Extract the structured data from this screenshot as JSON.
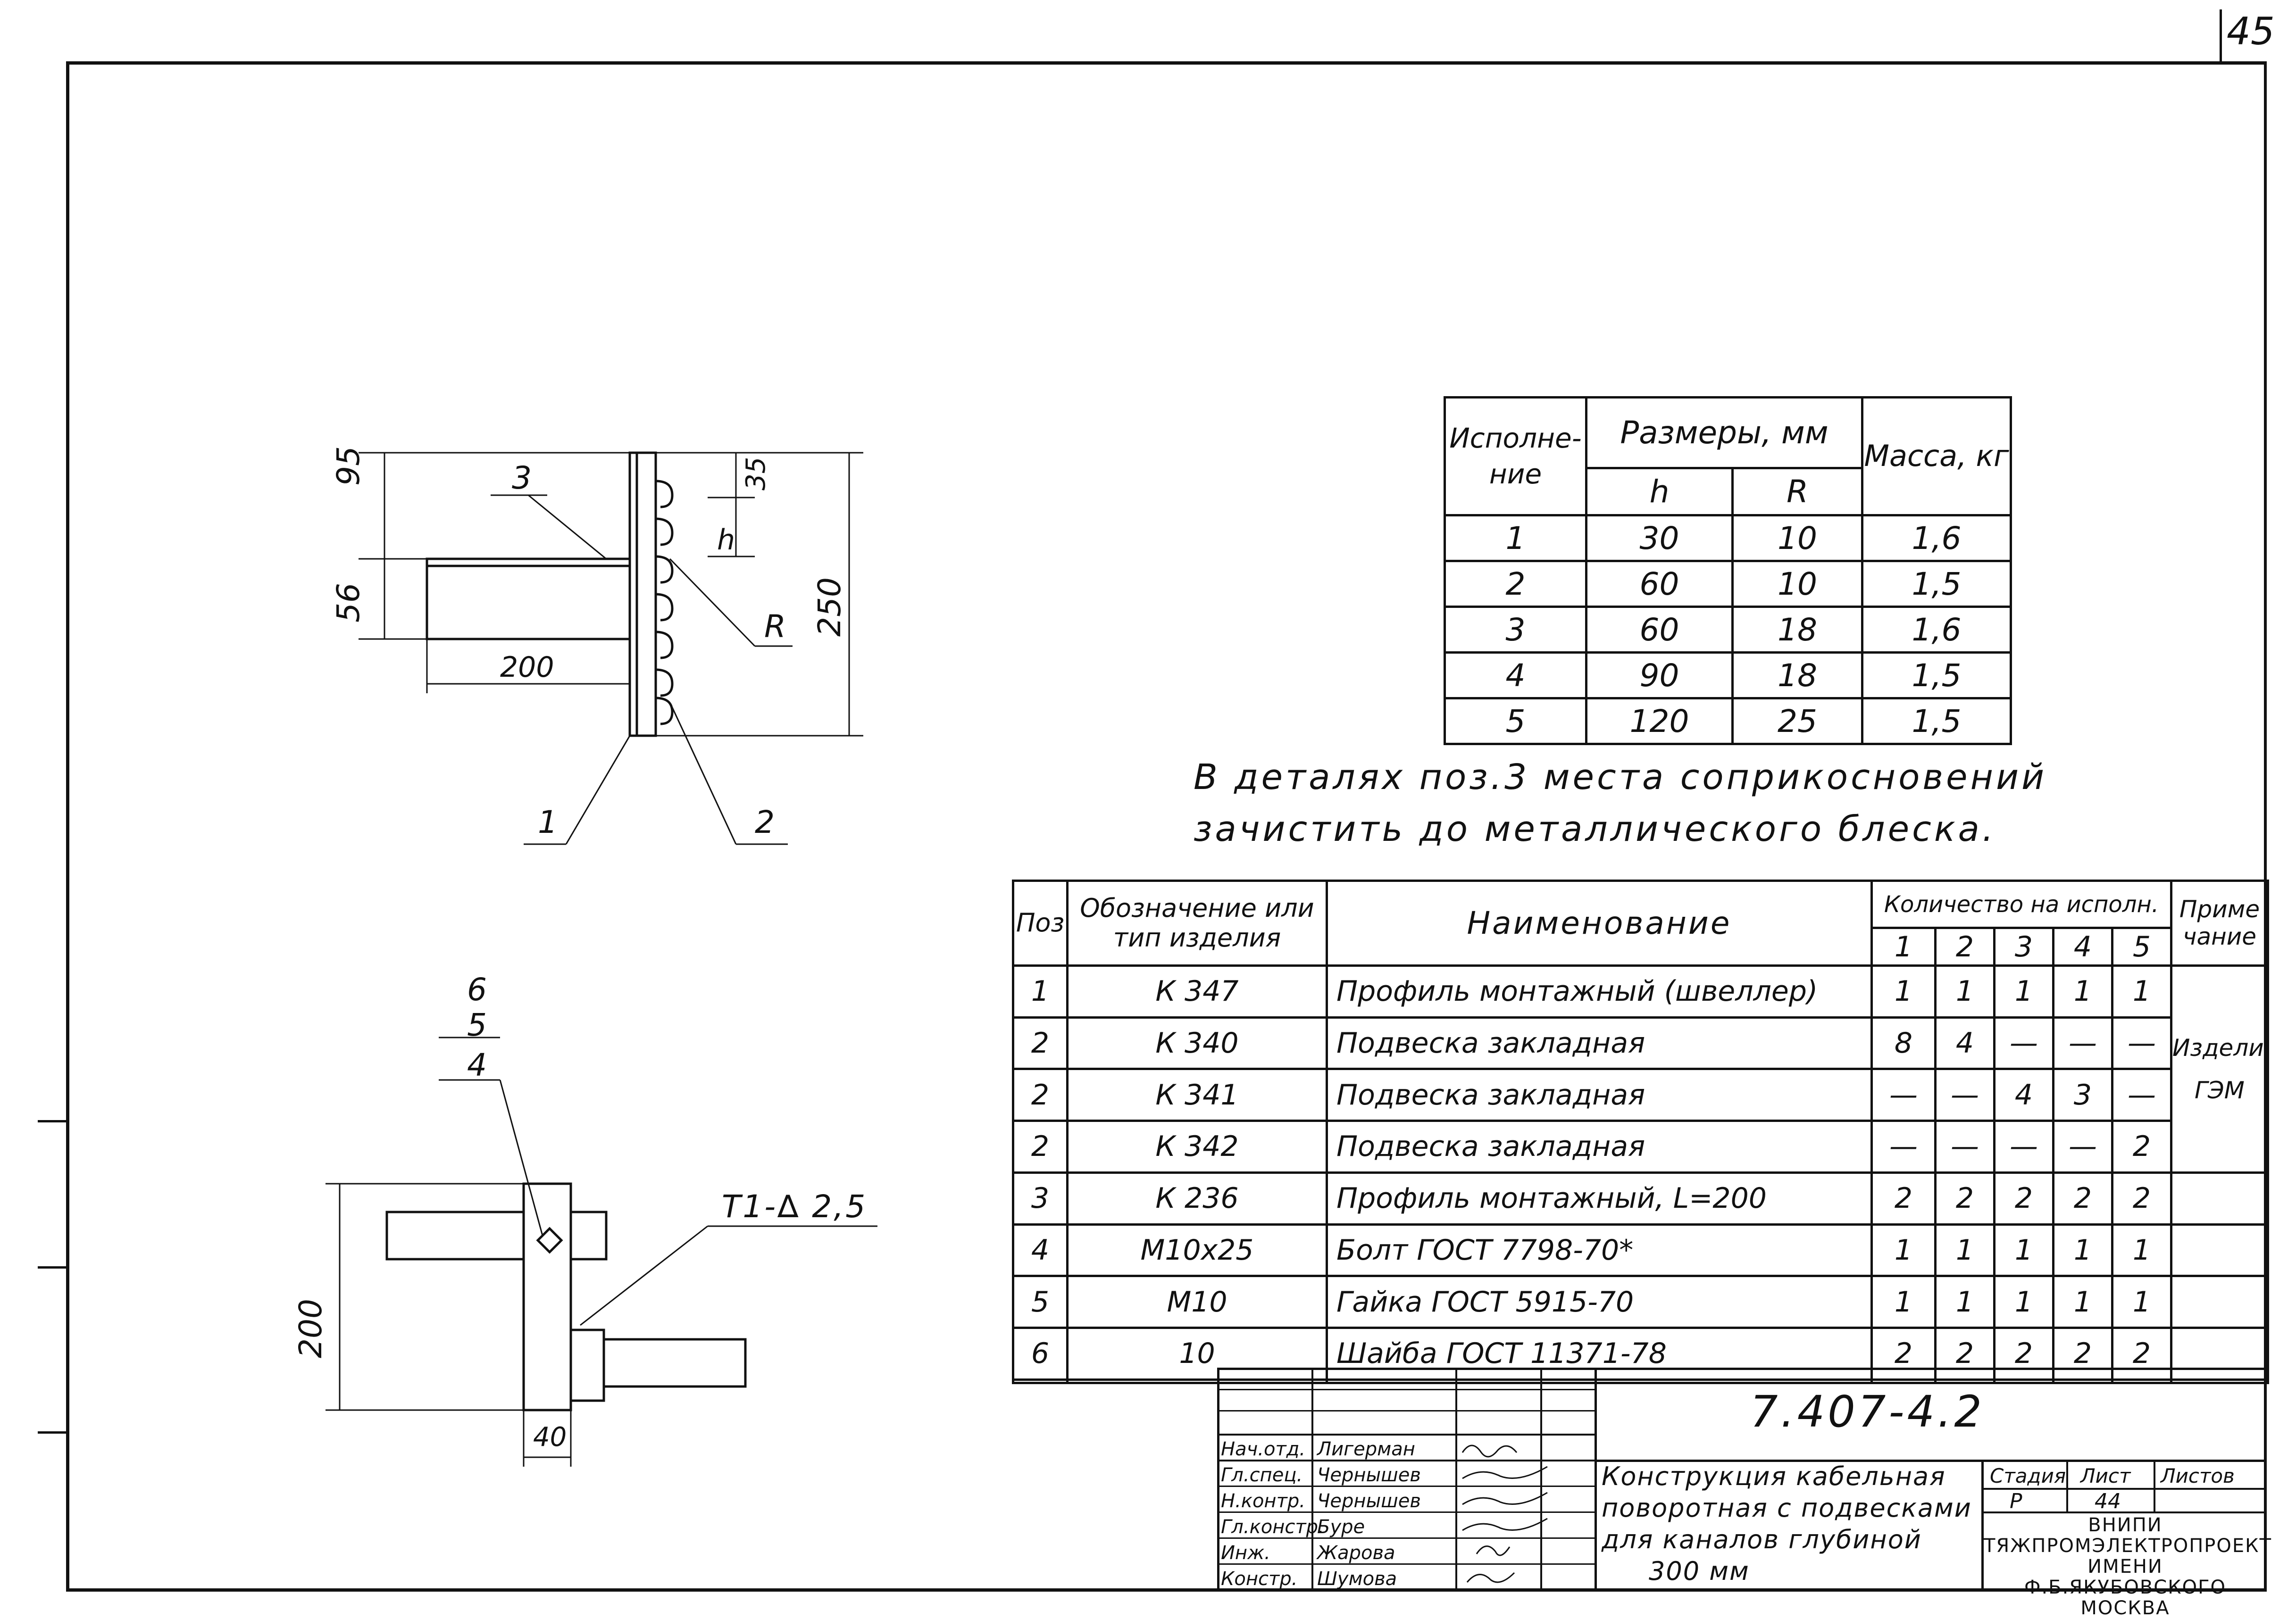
{
  "sheet_number": "45",
  "drawing1_labels": {
    "dim_95": "95",
    "dim_56": "56",
    "dim_200": "200",
    "dim_35": "35",
    "dim_h": "h",
    "dim_250": "250",
    "dim_R": "R",
    "pos_3": "3",
    "pos_1": "1",
    "pos_2": "2"
  },
  "drawing2_labels": {
    "pos_6": "6",
    "pos_5": "5",
    "pos_4": "4",
    "weld": "T1-∆ 2,5",
    "dim_200": "200",
    "dim_40": "40"
  },
  "dim_table": {
    "h_variant": "Исполне-ние",
    "h_sizes": "Размеры, мм",
    "h_mass": "Масса, кг",
    "h_h": "h",
    "h_R": "R",
    "rows": [
      [
        "1",
        "30",
        "10",
        "1,6"
      ],
      [
        "2",
        "60",
        "10",
        "1,5"
      ],
      [
        "3",
        "60",
        "18",
        "1,6"
      ],
      [
        "4",
        "90",
        "18",
        "1,5"
      ],
      [
        "5",
        "120",
        "25",
        "1,5"
      ]
    ]
  },
  "note": {
    "line1": "В деталях поз.3 места соприкосновений",
    "line2": "зачистить до металлического блеска."
  },
  "spec_table": {
    "h_pos": "Поз",
    "h_designation": "Обозначение или тип изделия",
    "h_name": "Наименование",
    "h_qty": "Количество на исполн.",
    "h_note": "Приме чание",
    "qty_cols": [
      "1",
      "2",
      "3",
      "4",
      "5"
    ],
    "rows": [
      {
        "pos": "1",
        "des": "К 347",
        "name": "Профиль монтажный (швеллер)",
        "q": [
          "1",
          "1",
          "1",
          "1",
          "1"
        ]
      },
      {
        "pos": "2",
        "des": "К 340",
        "name": "Подвеска закладная",
        "q": [
          "8",
          "4",
          "—",
          "—",
          "—"
        ]
      },
      {
        "pos": "2",
        "des": "К 341",
        "name": "Подвеска закладная",
        "q": [
          "—",
          "—",
          "4",
          "3",
          "—"
        ]
      },
      {
        "pos": "2",
        "des": "К 342",
        "name": "Подвеска закладная",
        "q": [
          "—",
          "—",
          "—",
          "—",
          "2"
        ]
      },
      {
        "pos": "3",
        "des": "К 236",
        "name": "Профиль монтажный, L=200",
        "q": [
          "2",
          "2",
          "2",
          "2",
          "2"
        ]
      },
      {
        "pos": "4",
        "des": "М10х25",
        "name": "Болт ГОСТ 7798-70*",
        "q": [
          "1",
          "1",
          "1",
          "1",
          "1"
        ]
      },
      {
        "pos": "5",
        "des": "М10",
        "name": "Гайка ГОСТ 5915-70",
        "q": [
          "1",
          "1",
          "1",
          "1",
          "1"
        ]
      },
      {
        "pos": "6",
        "des": "10",
        "name": "Шайба ГОСТ 11371-78",
        "q": [
          "2",
          "2",
          "2",
          "2",
          "2"
        ]
      }
    ],
    "note_line1": "Изделия",
    "note_line2": "ГЭМ"
  },
  "title_block": {
    "doc_number": "7.407-4.2",
    "roles": [
      "Нач.отд.",
      "Гл.спец.",
      "Н.контр.",
      "Гл.констр.",
      "Инж.",
      "Констр."
    ],
    "names": [
      "Лигерман",
      "Чернышев",
      "Чернышев",
      "Буре",
      "Жарова",
      "Шумова"
    ],
    "title_lines": [
      "Конструкция кабельная",
      "поворотная с подвесками",
      "для каналов глубиной",
      "300 мм"
    ],
    "h_stage": "Стадия",
    "h_sheet": "Лист",
    "h_sheets": "Листов",
    "stage": "Р",
    "sheet": "44",
    "sheets": "",
    "org_lines": [
      "ВНИПИ",
      "ТЯЖПРОМЭЛЕКТРОПРОЕКТ",
      "ИМЕНИ Ф.Б.ЯКУБОВСКОГО",
      "МОСКВА"
    ]
  }
}
